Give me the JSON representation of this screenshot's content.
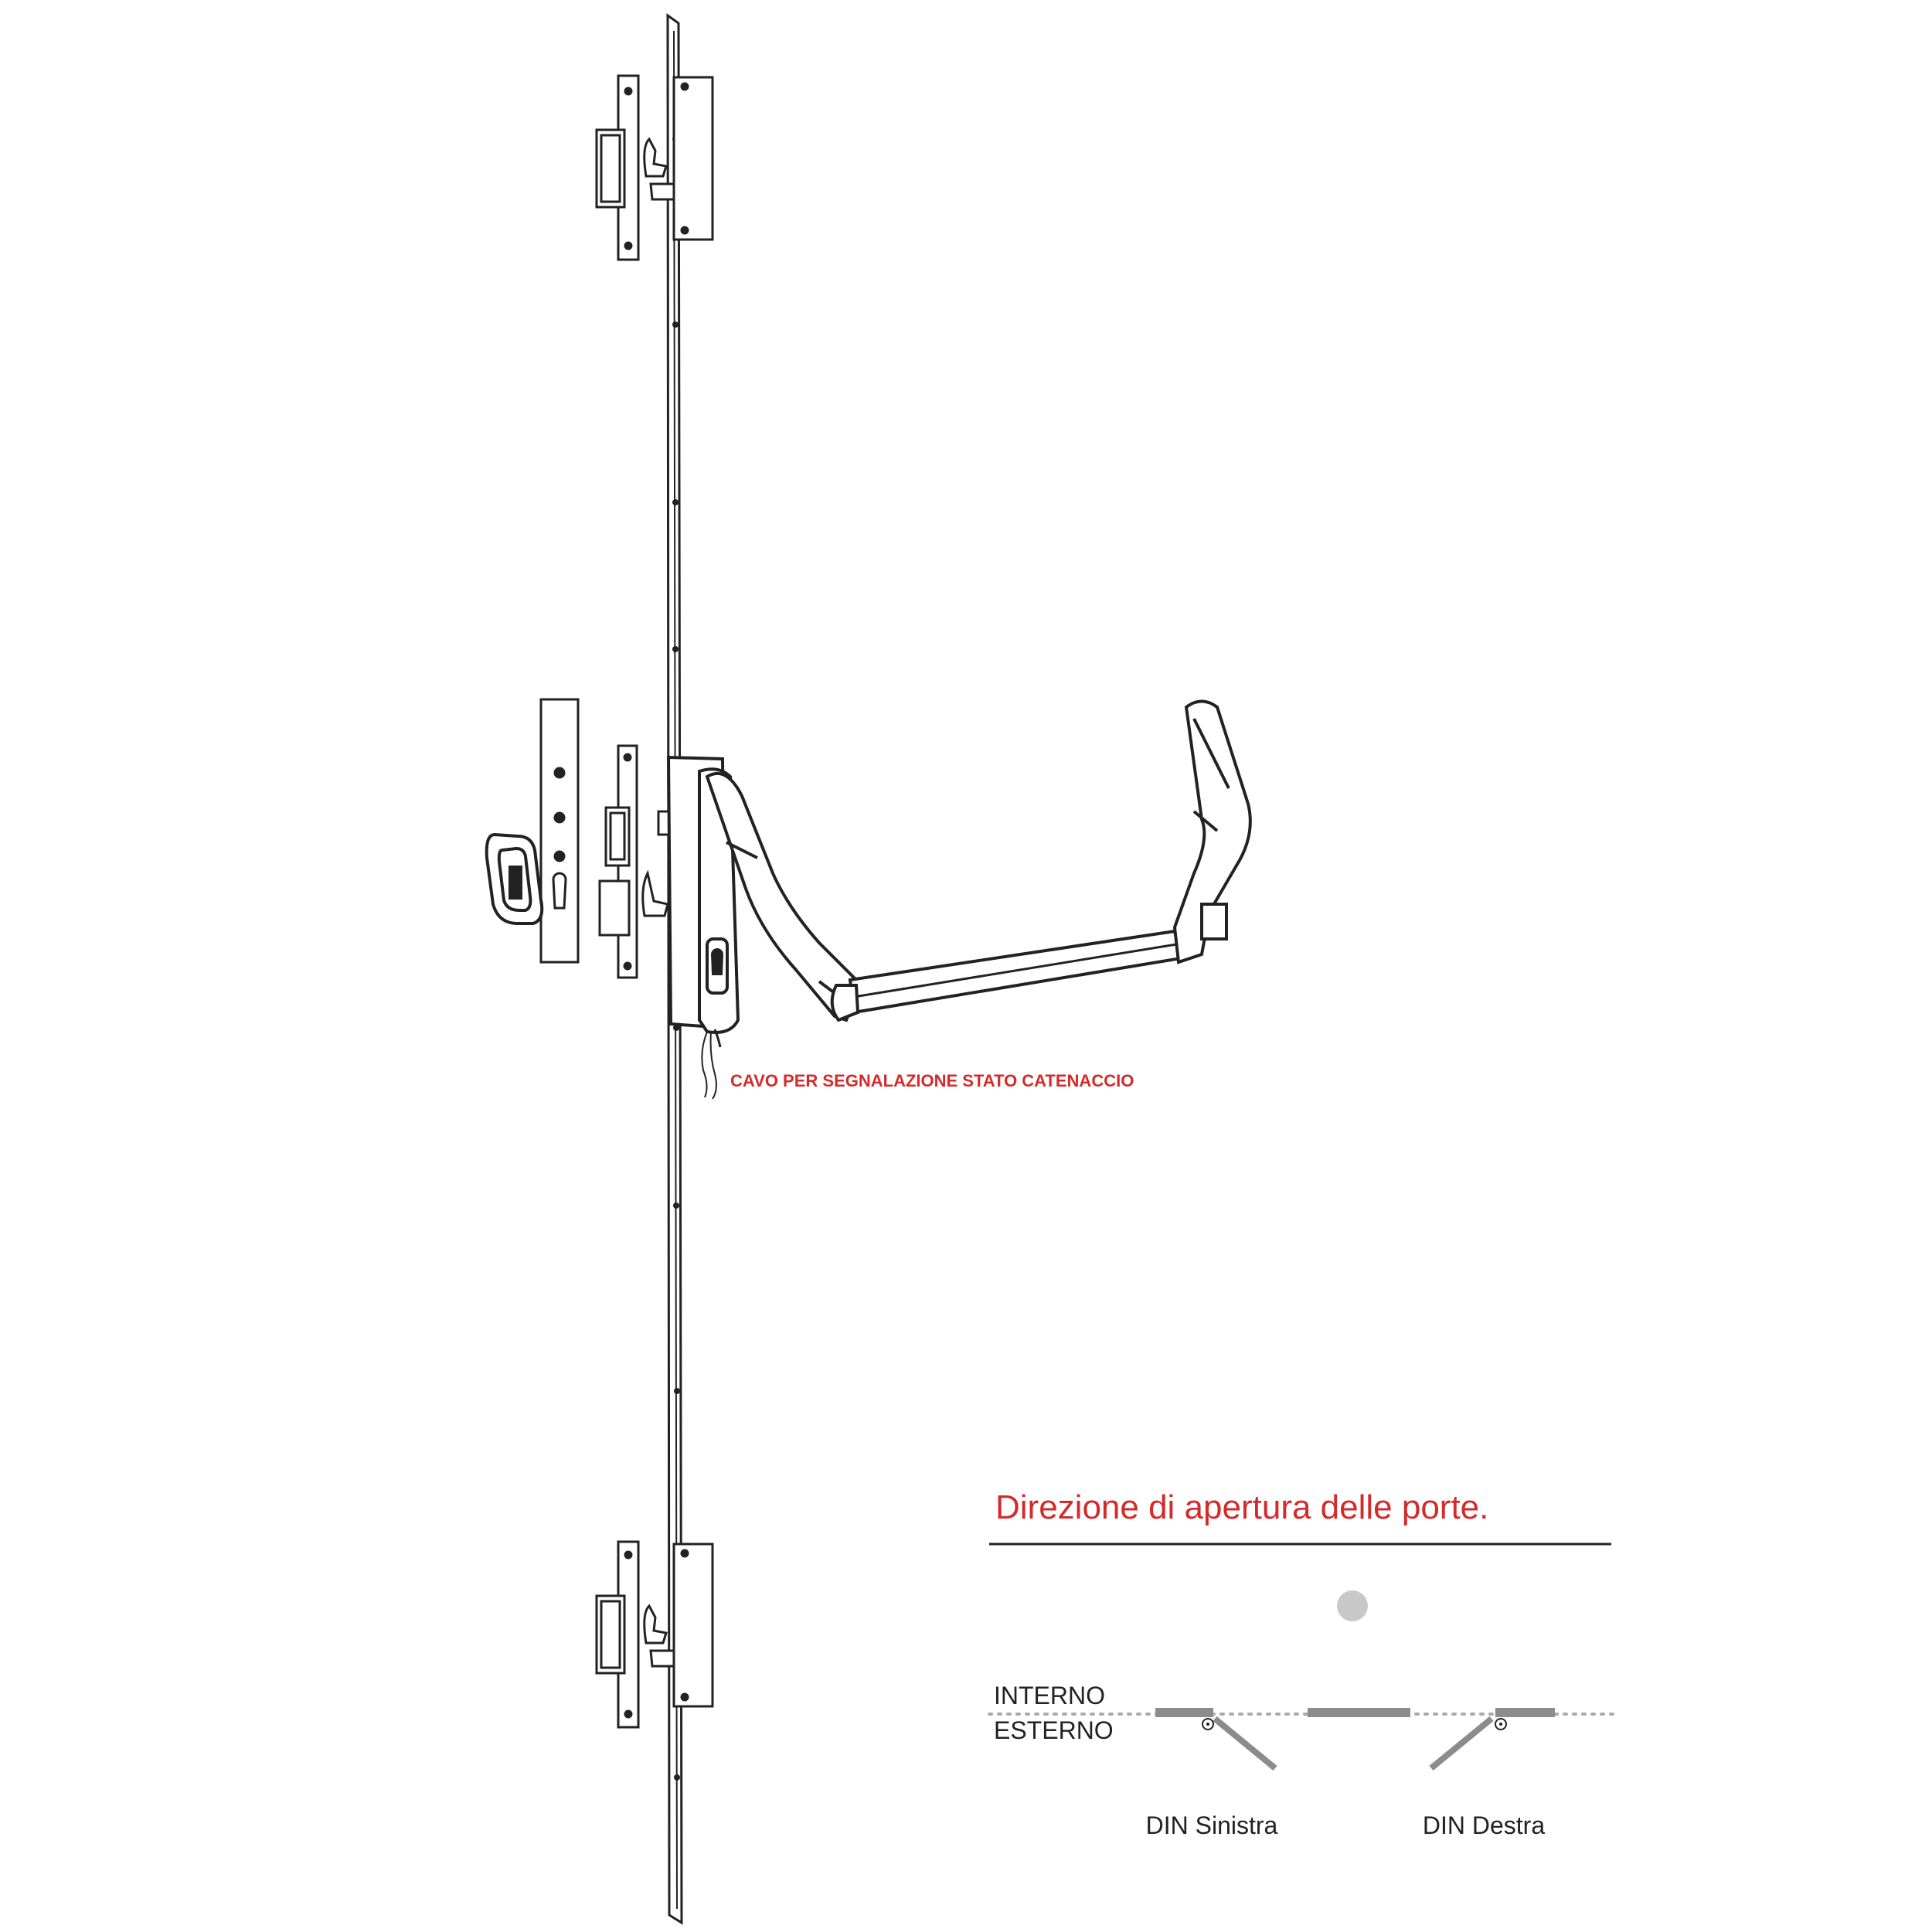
{
  "diagram": {
    "cable_label": "CAVO PER SEGNALAZIONE STATO CATENACCIO",
    "accent_color": "#d42a2a",
    "line_color": "#222222"
  },
  "legend": {
    "title": "Direzione di apertura delle porte.",
    "interno_label": "INTERNO",
    "esterno_label": "ESTERNO",
    "left_caption": "DIN Sinistra",
    "right_caption": "DIN Destra",
    "door_color": "#8c8c8c",
    "indicator_color": "#c8c8c8"
  }
}
